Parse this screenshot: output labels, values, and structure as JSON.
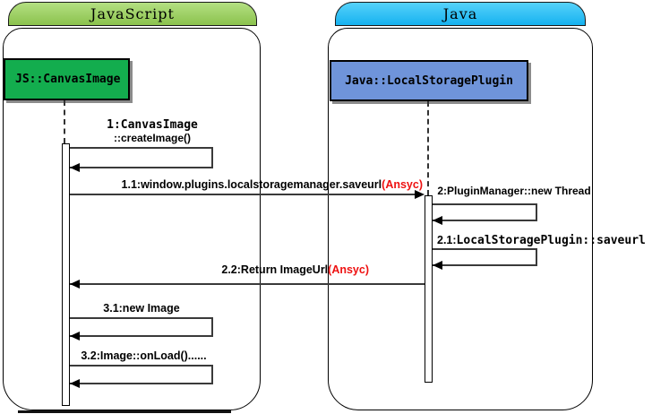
{
  "frames": {
    "javascript": {
      "title": "JavaScript"
    },
    "java": {
      "title": "Java"
    }
  },
  "objects": {
    "canvas_image": {
      "label": "JS::CanvasImage"
    },
    "local_storage_plugin": {
      "label": "Java::LocalStoragePlugin"
    }
  },
  "messages": {
    "m1": {
      "line1": "1:CanvasImage",
      "line2": "::createImage()"
    },
    "m1_1": {
      "text": "1.1:window.plugins.localstoragemanager.saveurl",
      "async_suffix": "(Ansyc)"
    },
    "m2": {
      "text": "2:PluginManager::new Thread"
    },
    "m2_1": {
      "prefix": "2.1:",
      "text": "LocalStoragePlugin::saveurl"
    },
    "m2_2": {
      "text": "2.2:Return ImageUrl",
      "async_suffix": "(Ansyc)"
    },
    "m3_1": {
      "text": "3.1:new Image"
    },
    "m3_2": {
      "text": "3.2:Image::onLoad()......"
    }
  },
  "colors": {
    "frame_header_js_top": "#b4e082",
    "frame_header_js_bottom": "#8bc24d",
    "frame_header_java_top": "#56d2fa",
    "frame_header_java_bottom": "#16b2f0",
    "object_js_fill": "#13ad4e",
    "object_java_fill": "#6f94da",
    "async_text": "#ee1111",
    "line": "#3a3a3a"
  }
}
